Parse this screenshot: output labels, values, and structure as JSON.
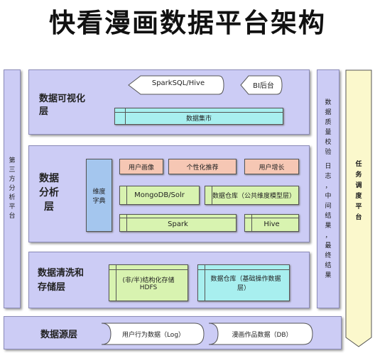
{
  "title": "快看漫画数据平台架构",
  "side_left": "第三方分析平台",
  "side_right_inner": [
    "数据质量校验",
    "日志，中间结果，最终结果"
  ],
  "side_right_outer": "任务调度平台",
  "layers": {
    "visual": {
      "label": [
        "数据可视化",
        "层"
      ],
      "sparksql": "SparkSQL/Hive",
      "bi": "BI后台",
      "dataset": "数据集市"
    },
    "analysis": {
      "label": [
        "数据",
        "分析",
        "层"
      ],
      "dimension": [
        "维度",
        "字典"
      ],
      "profile": "用户画像",
      "recommend": "个性化推荐",
      "growth": "用户增长",
      "mongodb": "MongoDB/Solr",
      "warehouse_common": "数据仓库（公共维度模型层）",
      "spark": "Spark",
      "hive": "Hive"
    },
    "storage": {
      "label": [
        "数据清洗和",
        "存储层"
      ],
      "hdfs": [
        "(非/半)结构化存储",
        "HDFS"
      ],
      "warehouse_base": [
        "数据仓库（基础操作数据",
        "层）"
      ]
    },
    "source": {
      "label": "数据源层",
      "log": "用户行为数据（Log）",
      "db": "漫画作品数据（DB）"
    }
  }
}
